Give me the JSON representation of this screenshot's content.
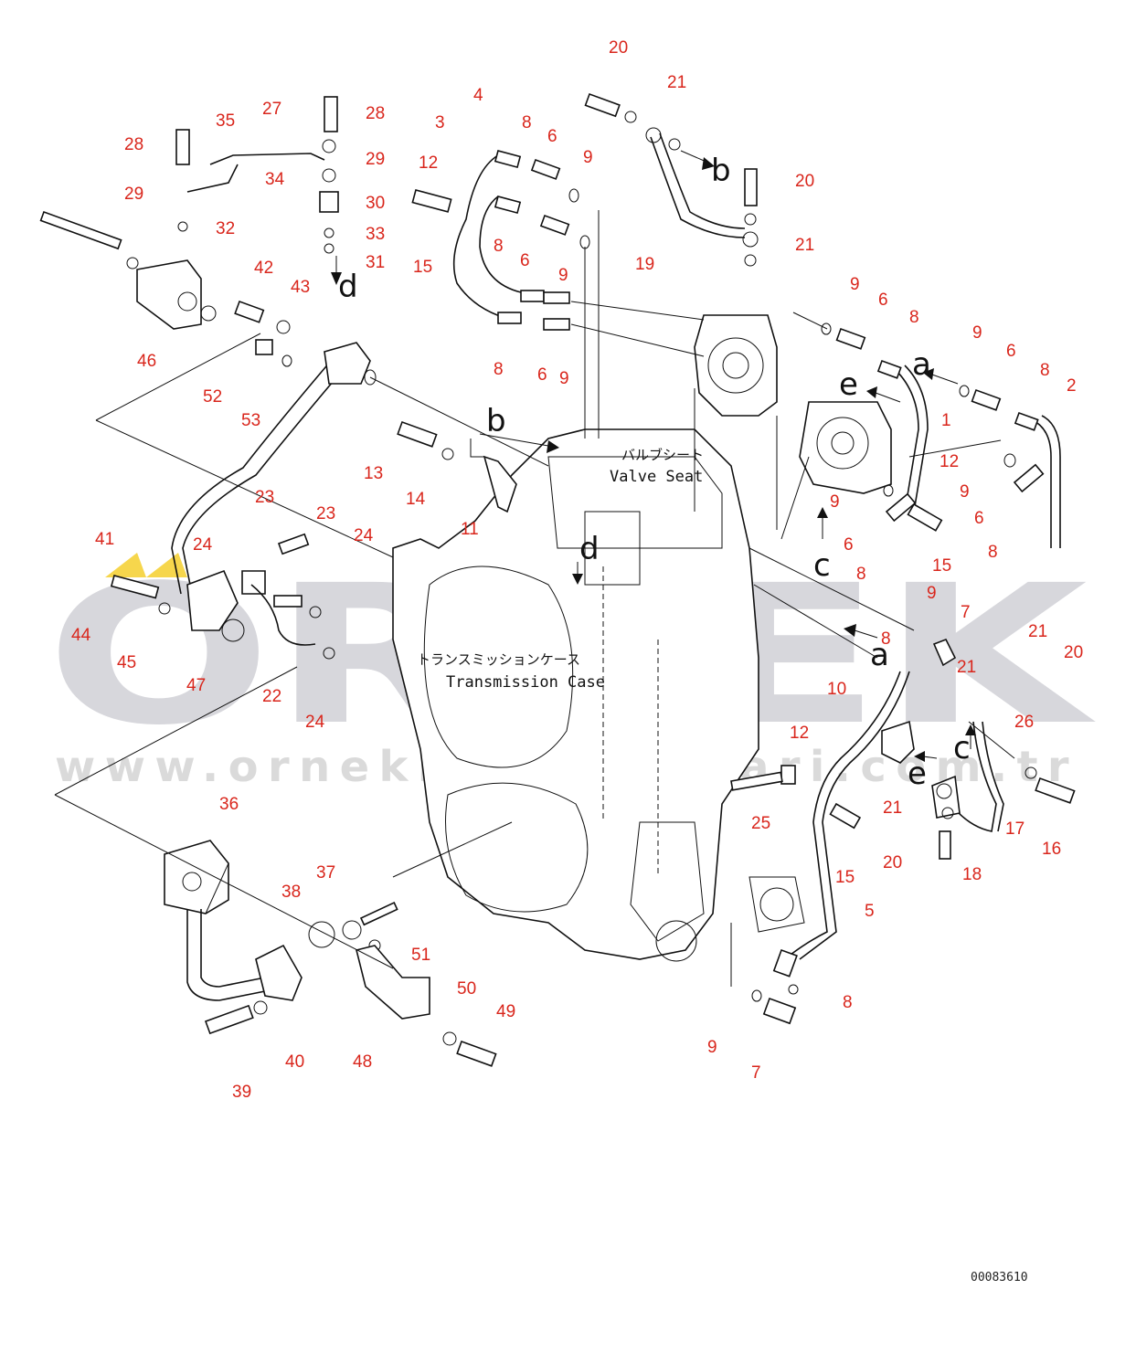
{
  "watermark": {
    "brand": "ORNEK",
    "url": "www.ornekismakinalari.com.tr"
  },
  "document_id": "00083610",
  "annotations": {
    "valve_seat_jp": "バルブシート",
    "valve_seat_en": "Valve Seat",
    "transmission_case_jp": "トランスミッションケース",
    "transmission_case_en": "Transmission Case"
  },
  "view_letters": [
    "a",
    "b",
    "c",
    "d",
    "e"
  ],
  "callouts": [
    "1",
    "2",
    "3",
    "4",
    "5",
    "6",
    "7",
    "8",
    "9",
    "10",
    "11",
    "12",
    "13",
    "14",
    "15",
    "16",
    "17",
    "18",
    "19",
    "20",
    "21",
    "22",
    "23",
    "24",
    "25",
    "26",
    "27",
    "28",
    "29",
    "30",
    "31",
    "32",
    "33",
    "34",
    "35",
    "36",
    "37",
    "38",
    "39",
    "40",
    "41",
    "42",
    "43",
    "44",
    "45",
    "46",
    "47",
    "48",
    "49",
    "50",
    "51",
    "52",
    "53"
  ],
  "colors": {
    "callout": "#d9261c",
    "line": "#111111",
    "watermark": "#d7d7dc",
    "watermark_accent": "#f2c400"
  }
}
